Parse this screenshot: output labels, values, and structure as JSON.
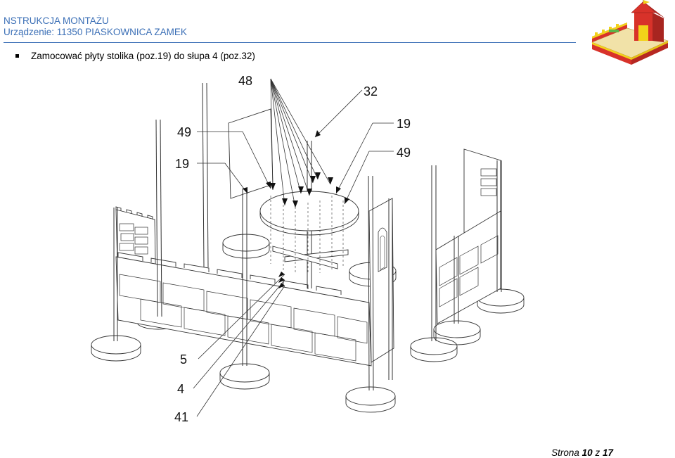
{
  "header": {
    "title": "NSTRUKCJA MONTAŻU",
    "device": "Urządzenie: 11350 PIASKOWNICA ZAMEK"
  },
  "instruction": {
    "text": "Zamocować płyty stolika (poz.19) do słupa 4 (poz.32)"
  },
  "callouts": {
    "c48": "48",
    "c32": "32",
    "c49_left": "49",
    "c19_left": "19",
    "c19_right": "19",
    "c49_right": "49",
    "c5": "5",
    "c4": "4",
    "c41": "41"
  },
  "footer": {
    "prefix": "Strona",
    "page": "10",
    "sep": "z",
    "total": "17"
  },
  "colors": {
    "header_blue": "#3b6fb6",
    "thumb_red": "#d8322a",
    "thumb_yellow": "#f2d21a",
    "thumb_green": "#5bb54a"
  }
}
